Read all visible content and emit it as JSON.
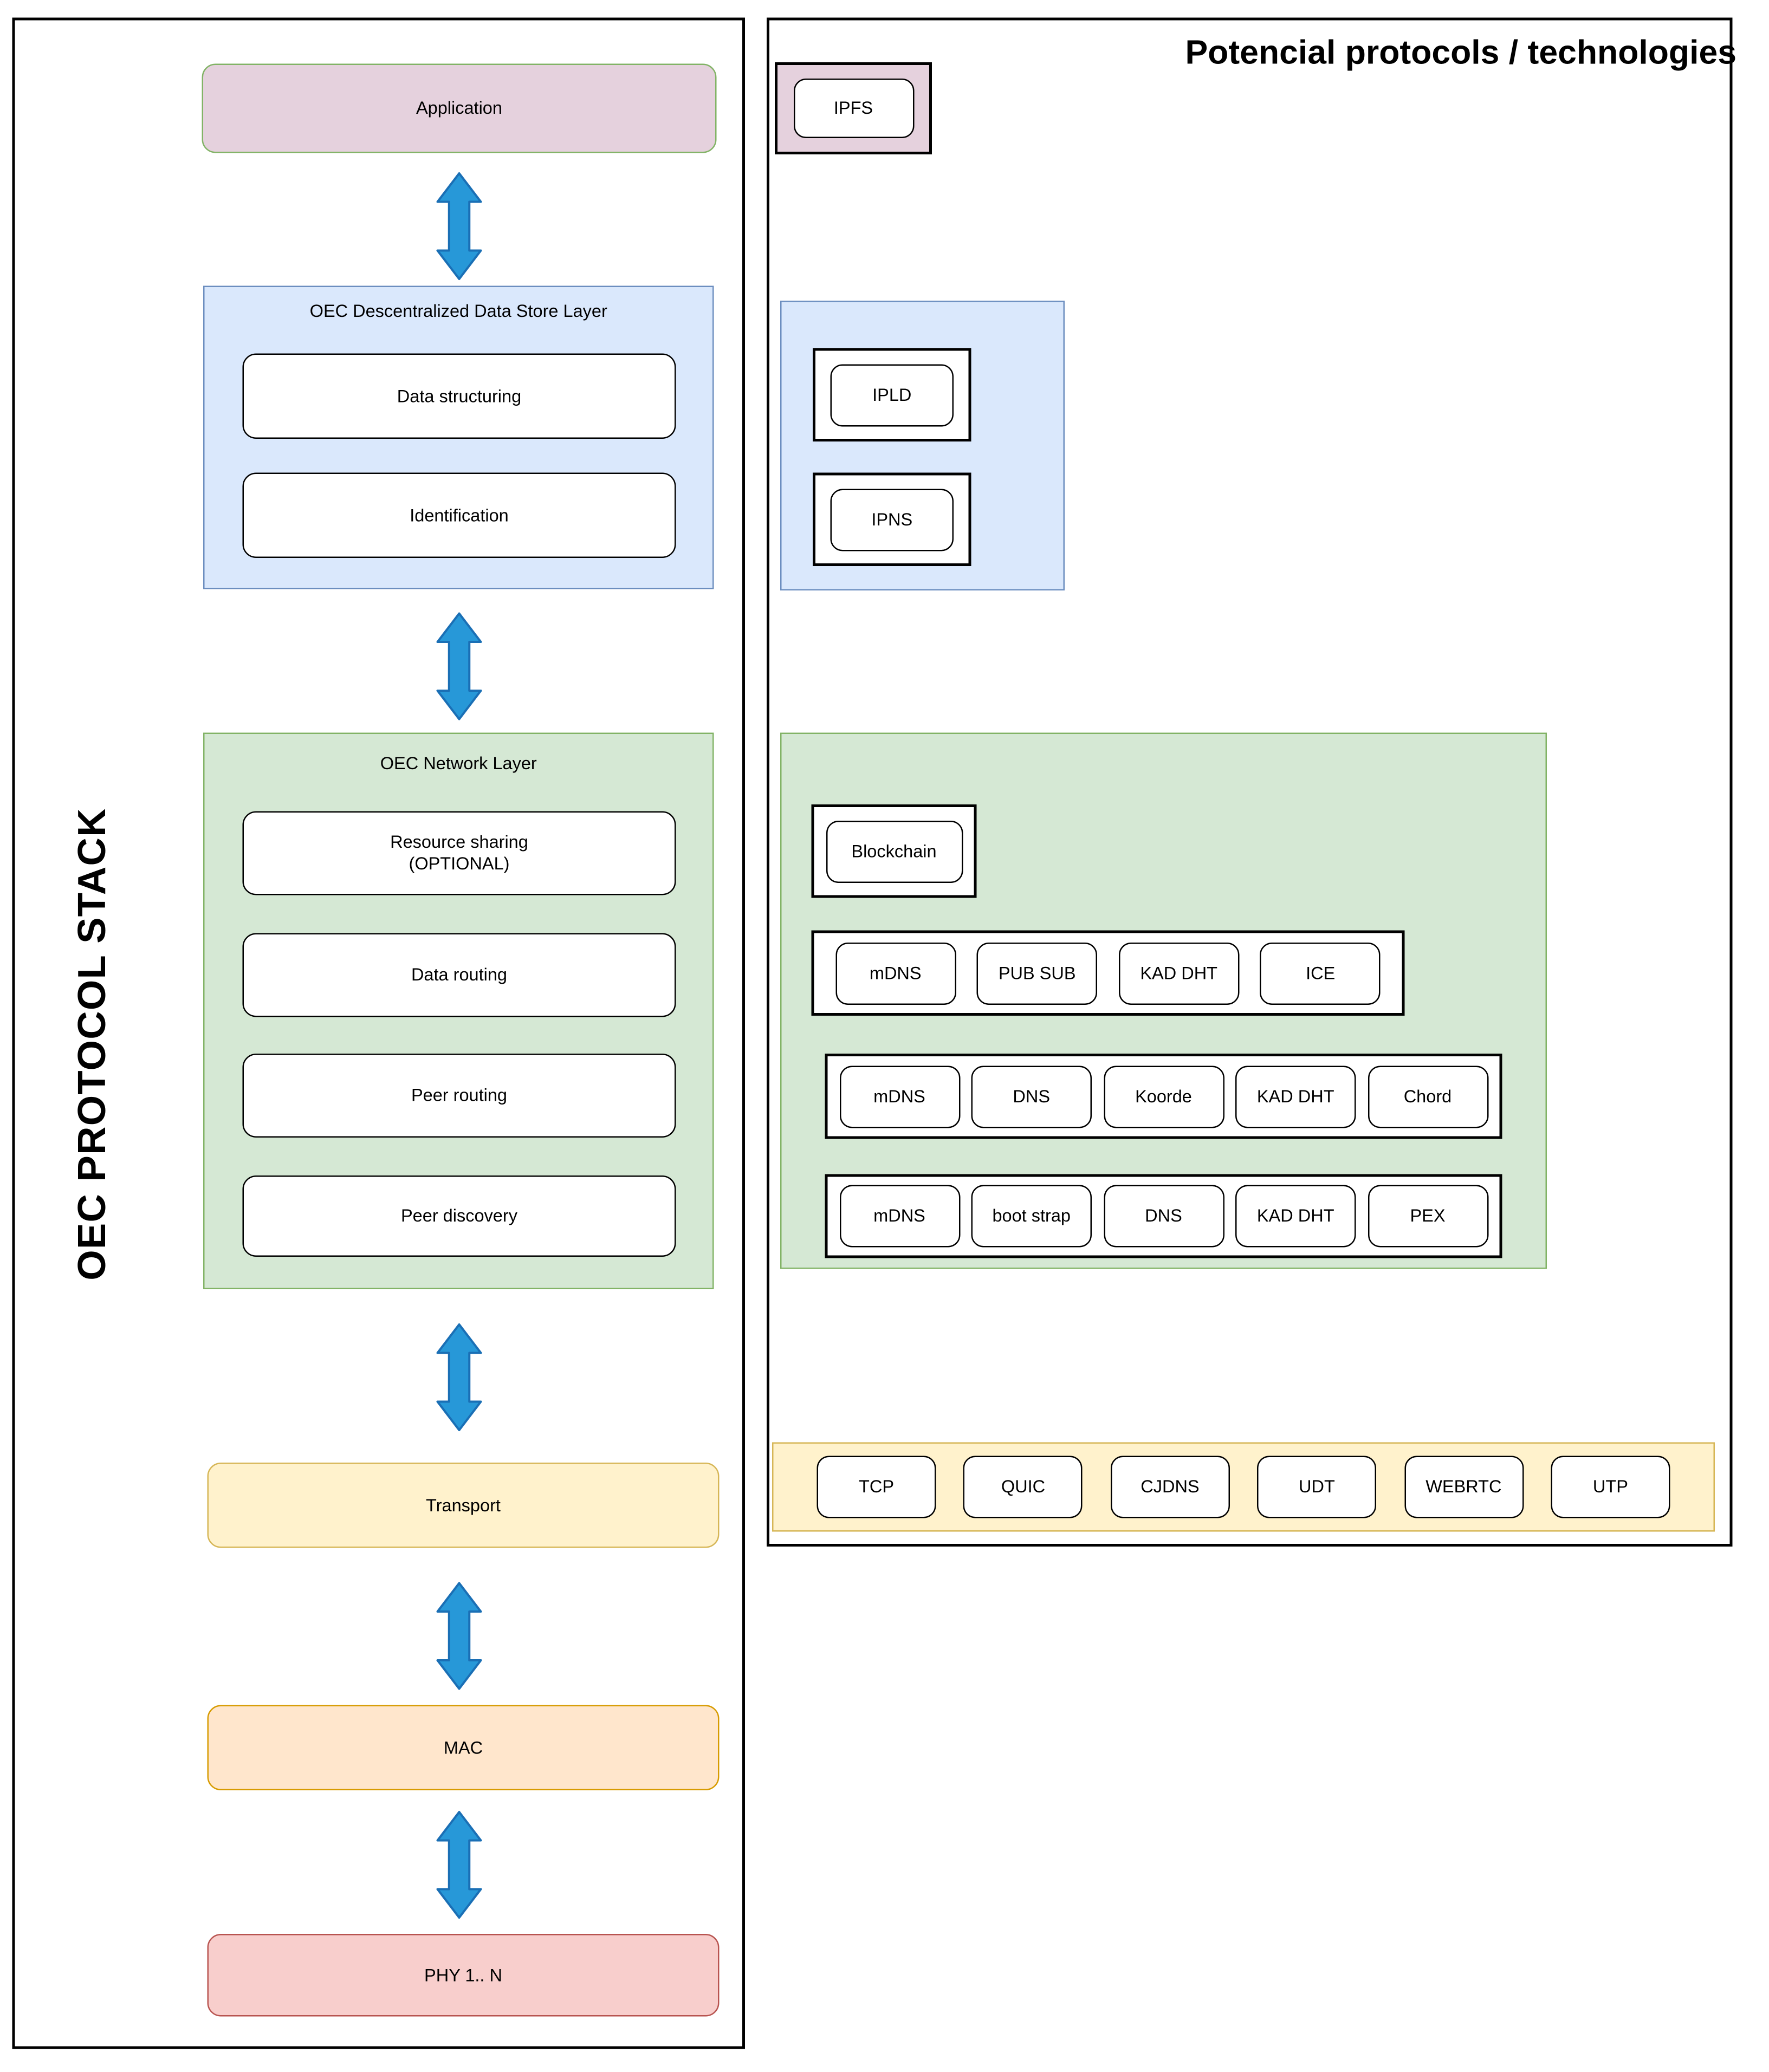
{
  "diagram": {
    "left_panel": {
      "vertical_label": "OEC PROTOCOL STACK",
      "application": {
        "label": "Application"
      },
      "data_store_layer": {
        "label": "OEC Descentralized Data Store Layer",
        "items": [
          {
            "label": "Data structuring"
          },
          {
            "label": "Identification"
          }
        ]
      },
      "network_layer": {
        "label": "OEC Network Layer",
        "items": [
          {
            "label": "Resource sharing",
            "sublabel": "(OPTIONAL)"
          },
          {
            "label": "Data routing"
          },
          {
            "label": "Peer routing"
          },
          {
            "label": "Peer discovery"
          }
        ]
      },
      "transport": {
        "label": "Transport"
      },
      "mac": {
        "label": "MAC"
      },
      "phy": {
        "label": "PHY 1.. N"
      }
    },
    "right_panel": {
      "title": "Potencial protocols / technologies",
      "application_protocols": [
        "IPFS"
      ],
      "data_store_protocols": [
        "IPLD",
        "IPNS"
      ],
      "network_protocols": {
        "standalone": "Blockchain",
        "rows": [
          [
            "mDNS",
            "PUB SUB",
            "KAD DHT",
            "ICE"
          ],
          [
            "mDNS",
            "DNS",
            "Koorde",
            "KAD DHT",
            "Chord"
          ],
          [
            "mDNS",
            "boot strap",
            "DNS",
            "KAD DHT",
            "PEX"
          ]
        ]
      },
      "transport_protocols": [
        "TCP",
        "QUIC",
        "CJDNS",
        "UDT",
        "WEBRTC",
        "UTP"
      ]
    },
    "colors": {
      "application_fill": "#e5d1dd",
      "application_border": "#82b366",
      "data_store_fill": "#dae8fc",
      "data_store_border": "#6c8ebf",
      "network_fill": "#d5e8d4",
      "network_border": "#82b366",
      "transport_fill": "#fff2cc",
      "transport_border": "#d6b656",
      "mac_fill": "#ffe6cc",
      "mac_border": "#d79b00",
      "phy_fill": "#f8cecc",
      "phy_border": "#b85450",
      "arrow_fill": "#2798d8",
      "arrow_stroke": "#1a6fb5"
    }
  }
}
